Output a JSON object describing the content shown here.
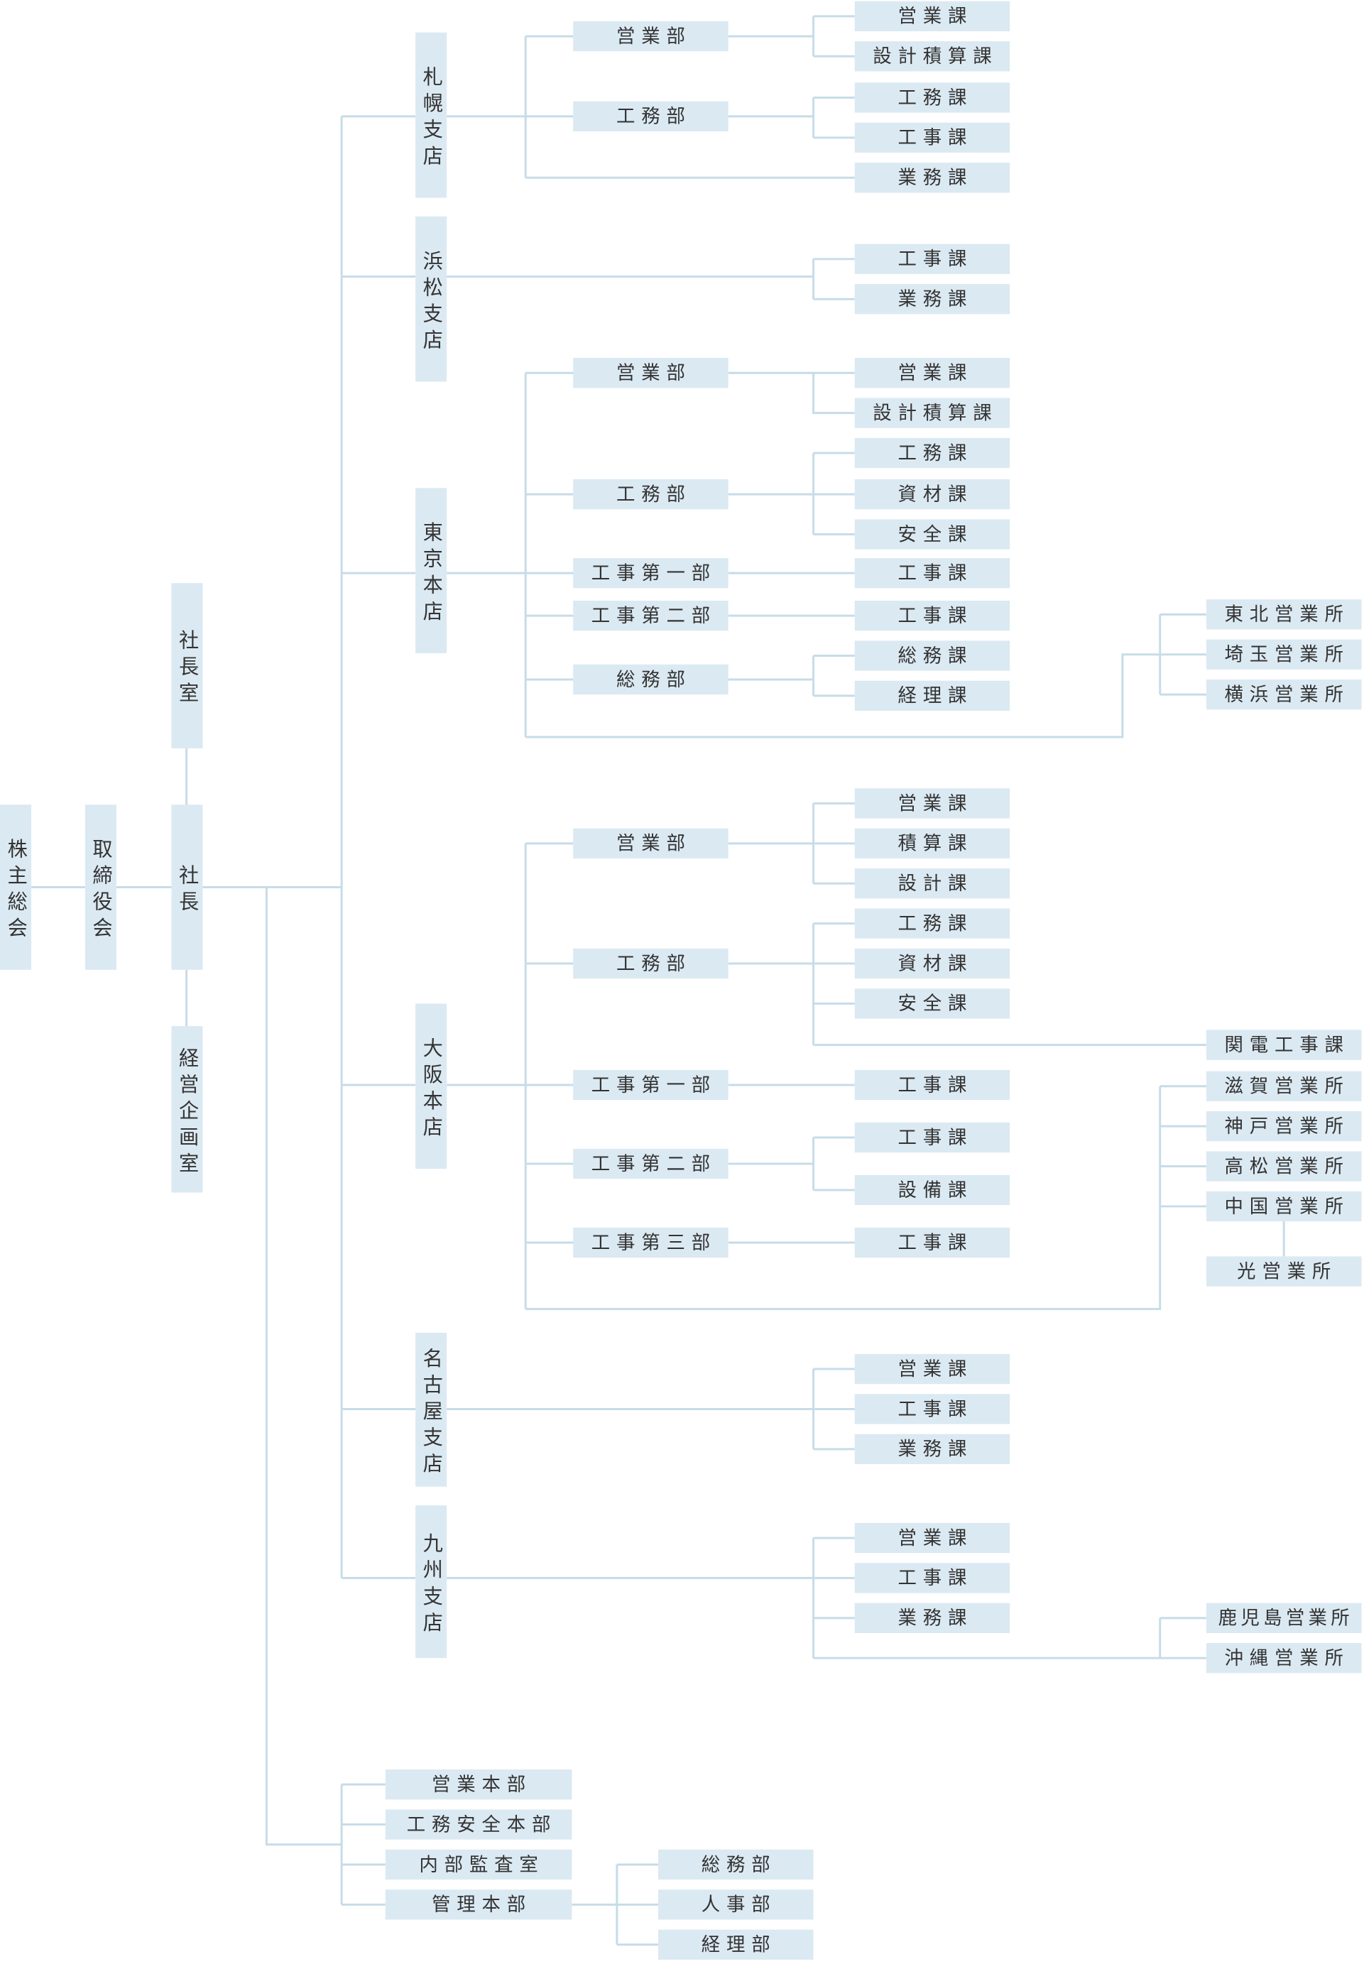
{
  "colors": {
    "box": "#dbe9f2",
    "line": "#c7dce8",
    "text": "#333333"
  },
  "top": {
    "shareholders_meeting": "株主総会",
    "board_of_directors": "取締役会",
    "president": "社長",
    "president_office": "社長室",
    "corporate_planning_office": "経営企画室"
  },
  "branches": [
    {
      "name": "札幌支店",
      "departments": [
        {
          "name": "営業部",
          "sections": [
            "営業課",
            "設計積算課"
          ]
        },
        {
          "name": "工務部",
          "sections": [
            "工務課",
            "工事課"
          ]
        }
      ],
      "sections": [
        "業務課"
      ]
    },
    {
      "name": "浜松支店",
      "sections": [
        "工事課",
        "業務課"
      ]
    },
    {
      "name": "東京本店",
      "departments": [
        {
          "name": "営業部",
          "sections": [
            "営業課",
            "設計積算課"
          ]
        },
        {
          "name": "工務部",
          "sections": [
            "工務課",
            "資材課",
            "安全課"
          ]
        },
        {
          "name": "工事第一部",
          "sections": [
            "工事課"
          ]
        },
        {
          "name": "工事第二部",
          "sections": [
            "工事課"
          ]
        },
        {
          "name": "総務部",
          "sections": [
            "総務課",
            "経理課"
          ]
        }
      ],
      "offices": [
        {
          "name": "東北営業所"
        },
        {
          "name": "埼玉営業所"
        },
        {
          "name": "横浜営業所"
        }
      ]
    },
    {
      "name": "大阪本店",
      "departments": [
        {
          "name": "営業部",
          "sections": [
            "営業課",
            "積算課",
            "設計課"
          ]
        },
        {
          "name": "工務部",
          "sections": [
            "工務課",
            "資材課",
            "安全課",
            "関電工事課"
          ]
        },
        {
          "name": "工事第一部",
          "sections": [
            "工事課"
          ]
        },
        {
          "name": "工事第二部",
          "sections": [
            "工事課",
            "設備課"
          ]
        },
        {
          "name": "工事第三部",
          "sections": [
            "工事課"
          ]
        }
      ],
      "offices": [
        {
          "name": "滋賀営業所"
        },
        {
          "name": "神戸営業所"
        },
        {
          "name": "高松営業所"
        },
        {
          "name": "中国営業所",
          "sub_offices": [
            "光営業所"
          ]
        }
      ]
    },
    {
      "name": "名古屋支店",
      "sections": [
        "営業課",
        "工事課",
        "業務課"
      ]
    },
    {
      "name": "九州支店",
      "sections": [
        "営業課",
        "工事課",
        "業務課"
      ],
      "offices": [
        {
          "name": "鹿児島営業所"
        },
        {
          "name": "沖縄営業所"
        }
      ]
    }
  ],
  "head_office_divisions": [
    {
      "name": "営業本部"
    },
    {
      "name": "工務安全本部"
    },
    {
      "name": "内部監査室"
    },
    {
      "name": "管理本部",
      "departments": [
        "総務部",
        "人事部",
        "経理部"
      ]
    }
  ]
}
